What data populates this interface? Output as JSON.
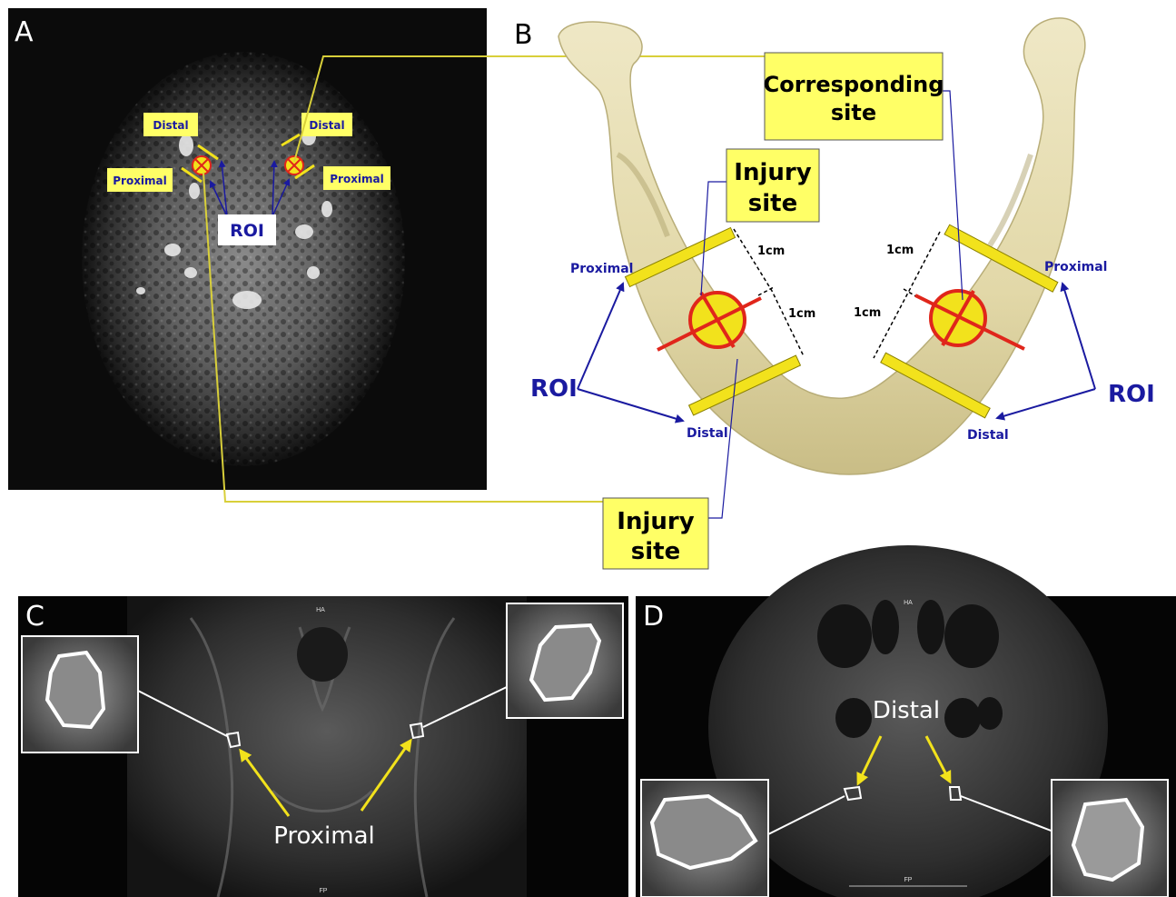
{
  "panels": {
    "a": {
      "letter": "A",
      "distal_left": "Distal",
      "distal_right": "Distal",
      "proximal_left": "Proximal",
      "proximal_right": "Proximal",
      "roi": "ROI"
    },
    "b": {
      "letter": "B",
      "corresponding_site_line1": "Corresponding",
      "corresponding_site_line2": "site",
      "injury_site_top_line1": "Injury",
      "injury_site_top_line2": "site",
      "injury_site_bottom_line1": "Injury",
      "injury_site_bottom_line2": "site",
      "proximal_left": "Proximal",
      "proximal_right": "Proximal",
      "distal_left": "Distal",
      "distal_right": "Distal",
      "roi_left": "ROI",
      "roi_right": "ROI",
      "dim_left_top": "1cm",
      "dim_left_bottom": "1cm",
      "dim_right_top": "1cm",
      "dim_right_bottom": "1cm"
    },
    "c": {
      "letter": "C",
      "label": "Proximal",
      "scan_top_marker": "HA",
      "scan_bottom_marker": "FP"
    },
    "d": {
      "letter": "D",
      "label": "Distal",
      "scan_top_marker": "HA",
      "scan_bottom_marker": "FP"
    }
  },
  "colors": {
    "label_fill": "#ffff66",
    "label_text": "#000000",
    "roi_blue": "#1a1aa0",
    "bone": "#e8dfb4",
    "cross_red": "#e0261b",
    "marker_yellow": "#f2e21c"
  }
}
